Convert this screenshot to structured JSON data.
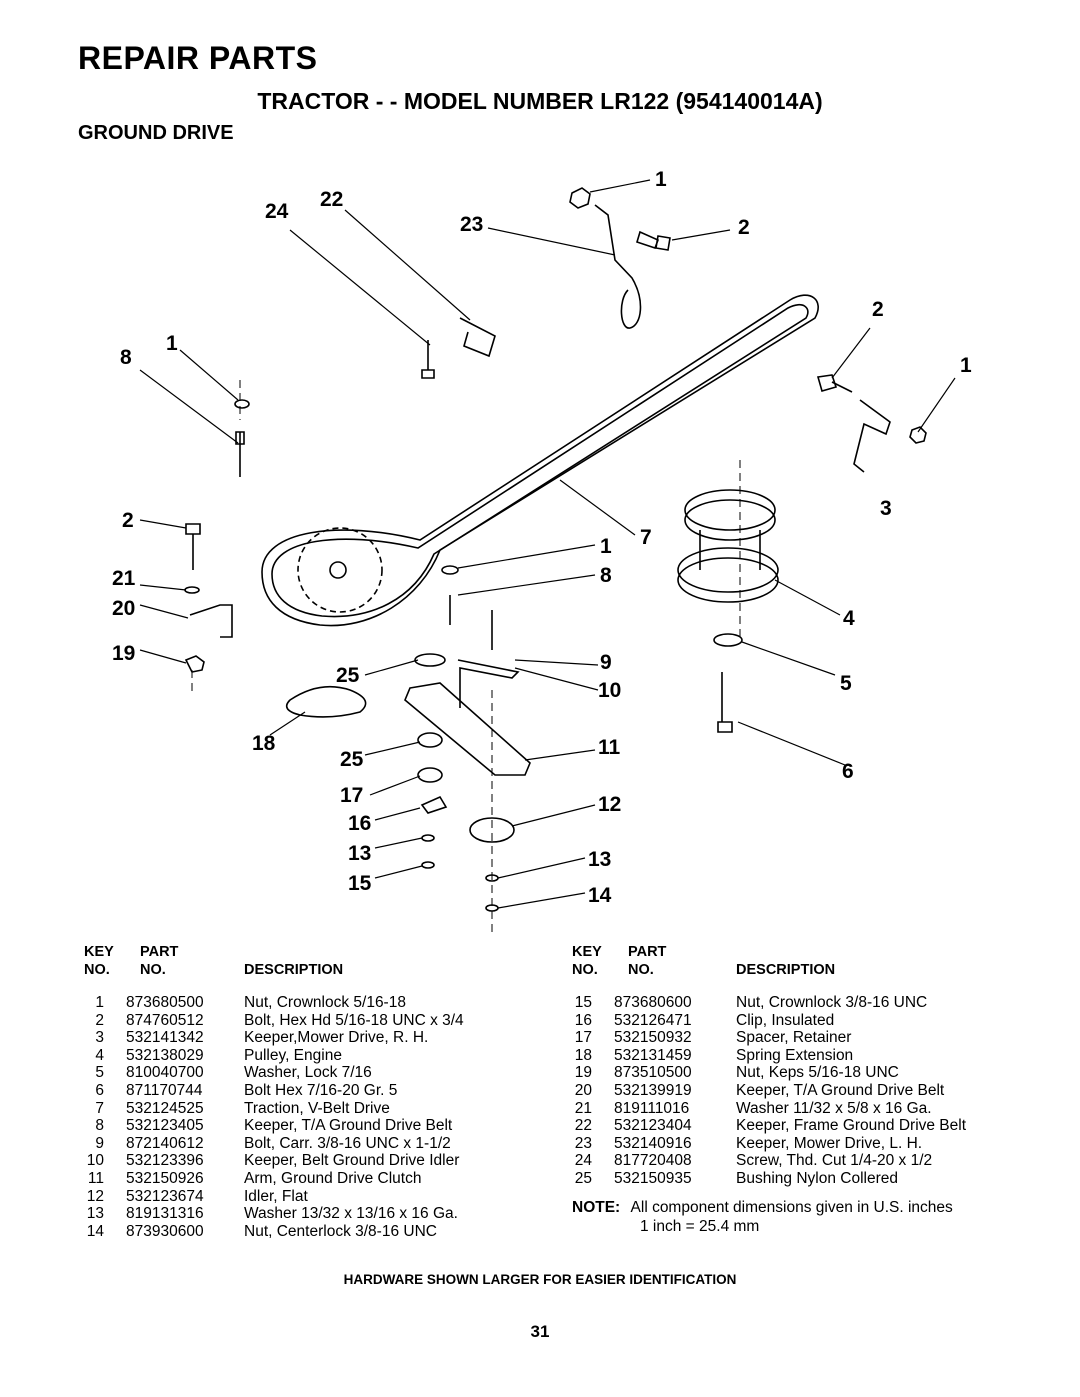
{
  "header": {
    "title": "REPAIR PARTS",
    "subtitle": "TRACTOR - - MODEL NUMBER LR122 (954140014A)",
    "section": "GROUND DRIVE"
  },
  "columns": {
    "key1": "KEY",
    "key2": "NO.",
    "part1": "PART",
    "part2": "NO.",
    "desc": "DESCRIPTION"
  },
  "parts_left": [
    {
      "key": "1",
      "part": "873680500",
      "desc": "Nut, Crownlock  5/16-18"
    },
    {
      "key": "2",
      "part": "874760512",
      "desc": "Bolt, Hex Hd  5/16-18 UNC x 3/4"
    },
    {
      "key": "3",
      "part": "532141342",
      "desc": "Keeper,Mower Drive, R. H."
    },
    {
      "key": "4",
      "part": "532138029",
      "desc": "Pulley, Engine"
    },
    {
      "key": "5",
      "part": "810040700",
      "desc": "Washer, Lock 7/16"
    },
    {
      "key": "6",
      "part": "871170744",
      "desc": "Bolt Hex  7/16-20 Gr. 5"
    },
    {
      "key": "7",
      "part": "532124525",
      "desc": "Traction, V-Belt Drive"
    },
    {
      "key": "8",
      "part": "532123405",
      "desc": "Keeper, T/A Ground Drive Belt"
    },
    {
      "key": "9",
      "part": "872140612",
      "desc": "Bolt, Carr.  3/8-16 UNC x 1-1/2"
    },
    {
      "key": "10",
      "part": "532123396",
      "desc": "Keeper, Belt Ground Drive Idler"
    },
    {
      "key": "11",
      "part": "532150926",
      "desc": "Arm, Ground Drive Clutch"
    },
    {
      "key": "12",
      "part": "532123674",
      "desc": "Idler, Flat"
    },
    {
      "key": "13",
      "part": "819131316",
      "desc": "Washer  13/32 x 13/16 x 16 Ga."
    },
    {
      "key": "14",
      "part": "873930600",
      "desc": "Nut, Centerlock  3/8-16 UNC"
    }
  ],
  "parts_right": [
    {
      "key": "15",
      "part": "873680600",
      "desc": "Nut, Crownlock  3/8-16 UNC"
    },
    {
      "key": "16",
      "part": "532126471",
      "desc": "Clip, Insulated"
    },
    {
      "key": "17",
      "part": "532150932",
      "desc": "Spacer, Retainer"
    },
    {
      "key": "18",
      "part": "532131459",
      "desc": "Spring Extension"
    },
    {
      "key": "19",
      "part": "873510500",
      "desc": "Nut, Keps  5/16-18 UNC"
    },
    {
      "key": "20",
      "part": "532139919",
      "desc": "Keeper, T/A Ground Drive Belt"
    },
    {
      "key": "21",
      "part": "819111016",
      "desc": "Washer  11/32 x 5/8 x 16 Ga."
    },
    {
      "key": "22",
      "part": "532123404",
      "desc": "Keeper, Frame Ground Drive Belt"
    },
    {
      "key": "23",
      "part": "532140916",
      "desc": "Keeper, Mower Drive, L. H."
    },
    {
      "key": "24",
      "part": "817720408",
      "desc": "Screw, Thd. Cut 1/4-20 x 1/2"
    },
    {
      "key": "25",
      "part": "532150935",
      "desc": "Bushing Nylon Collered"
    }
  ],
  "note": {
    "label": "NOTE:",
    "line1": "All component dimensions given in U.S. inches",
    "line2": "1 inch = 25.4 mm"
  },
  "footer": "HARDWARE SHOWN LARGER FOR EASIER IDENTIFICATION",
  "page_number": "31",
  "callouts": [
    "1",
    "24",
    "22",
    "23",
    "2",
    "2",
    "1",
    "8",
    "1",
    "3",
    "2",
    "7",
    "1",
    "21",
    "8",
    "20",
    "4",
    "19",
    "9",
    "25",
    "10",
    "5",
    "18",
    "25",
    "11",
    "6",
    "17",
    "12",
    "16",
    "13",
    "13",
    "15",
    "14"
  ]
}
